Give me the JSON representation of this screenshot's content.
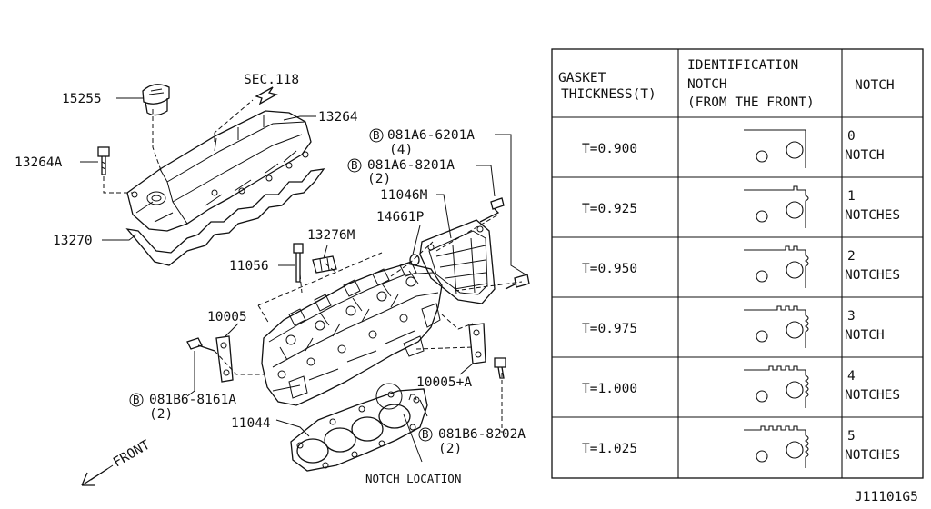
{
  "diagram": {
    "callouts": {
      "p15255": "15255",
      "p13264": "13264",
      "p13264a": "13264A",
      "p13270": "13270",
      "sec118": "SEC.118",
      "p081a6_6201a": "081A6-6201A",
      "p081a6_6201a_qty": "(4)",
      "p081a6_8201a": "081A6-8201A",
      "p081a6_8201a_qty": "(2)",
      "p11046m": "11046M",
      "p14661p": "14661P",
      "p13276m": "13276M",
      "p11056": "11056",
      "p10005": "10005",
      "p10005a": "10005+A",
      "p081b6_8161a": "081B6-8161A",
      "p081b6_8161a_qty": "(2)",
      "p081b6_8202a": "081B6-8202A",
      "p081b6_8202a_qty": "(2)",
      "p11044": "11044",
      "notch_location": "NOTCH LOCATION",
      "front": "FRONT",
      "bolt_symbol": "B"
    },
    "ref_code": "J11101G5"
  },
  "table": {
    "headers": {
      "col1_line1": "GASKET",
      "col1_line2": "THICKNESS(T)",
      "col2_line1": "IDENTIFICATION",
      "col2_line2": "NOTCH",
      "col2_line3": "(FROM THE FRONT)",
      "col3": "NOTCH"
    },
    "rows": [
      {
        "thickness": "T=0.900",
        "notches": 0,
        "notch_line1": "0",
        "notch_line2": "NOTCH"
      },
      {
        "thickness": "T=0.925",
        "notches": 1,
        "notch_line1": "1",
        "notch_line2": "NOTCHES"
      },
      {
        "thickness": "T=0.950",
        "notches": 2,
        "notch_line1": "2",
        "notch_line2": "NOTCHES"
      },
      {
        "thickness": "T=0.975",
        "notches": 3,
        "notch_line1": "3",
        "notch_line2": "NOTCH"
      },
      {
        "thickness": "T=1.000",
        "notches": 4,
        "notch_line1": "4",
        "notch_line2": "NOTCHES"
      },
      {
        "thickness": "T=1.025",
        "notches": 5,
        "notch_line1": "5",
        "notch_line2": "NOTCHES"
      }
    ]
  }
}
